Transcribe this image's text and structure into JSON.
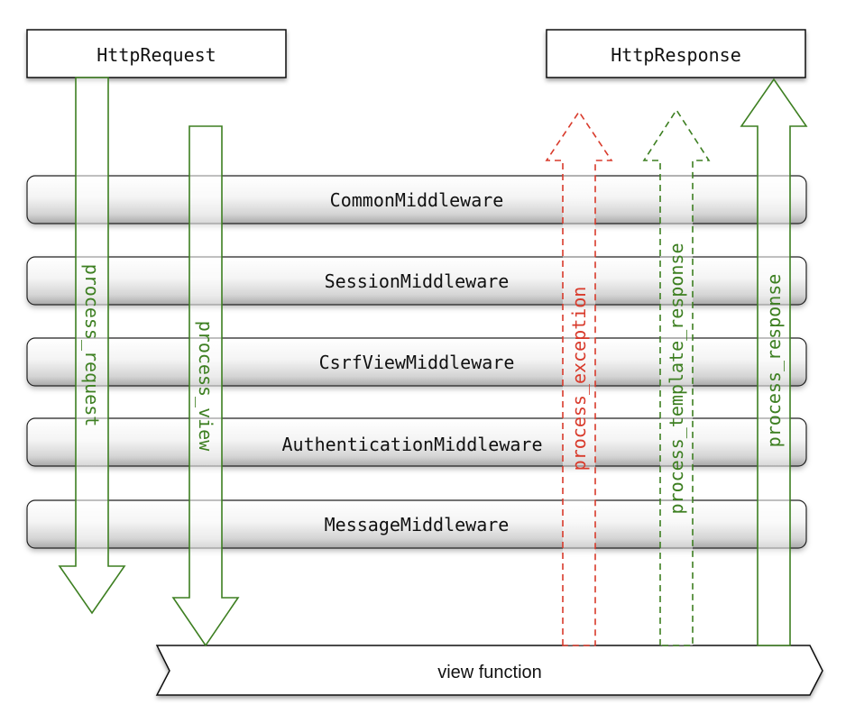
{
  "boxes": {
    "request": "HttpRequest",
    "response": "HttpResponse"
  },
  "middlewares": [
    "CommonMiddleware",
    "SessionMiddleware",
    "CsrfViewMiddleware",
    "AuthenticationMiddleware",
    "MessageMiddleware"
  ],
  "view_function": "view function",
  "arrows": {
    "process_request": "process_request",
    "process_view": "process_view",
    "process_exception": "process_exception",
    "process_template_response": "process_template_response",
    "process_response": "process_response"
  },
  "colors": {
    "green": "#3d7f21",
    "red": "#d83a2b",
    "ink": "#111111"
  }
}
